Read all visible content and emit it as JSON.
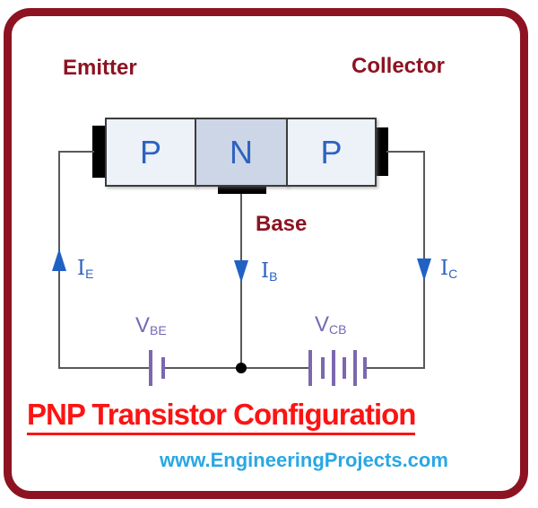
{
  "header": {
    "emitter_label": "Emitter",
    "collector_label": "Collector"
  },
  "transistor": {
    "type": "PNP",
    "regions": [
      {
        "label": "P",
        "role": "emitter-region"
      },
      {
        "label": "N",
        "role": "base-region"
      },
      {
        "label": "P",
        "role": "collector-region"
      }
    ],
    "base_label": "Base"
  },
  "currents": {
    "emitter": {
      "symbol": "I",
      "sub": "E",
      "direction": "up"
    },
    "base": {
      "symbol": "I",
      "sub": "B",
      "direction": "down"
    },
    "collector": {
      "symbol": "I",
      "sub": "C",
      "direction": "down"
    }
  },
  "voltages": {
    "emitter_base": {
      "symbol": "V",
      "sub": "BE",
      "battery_cells": 1
    },
    "collector_base": {
      "symbol": "V",
      "sub": "CB",
      "battery_cells": 3
    }
  },
  "footer": {
    "title": "PNP Transistor Configuration",
    "website": "www.EngineeringProjects.com"
  },
  "colors": {
    "frame": "#8d1322",
    "dark_red_text": "#8d1322",
    "title_red": "#fb1414",
    "website_blue": "#29a7e4",
    "region_letter_blue": "#2d63c0",
    "arrow_blue": "#2161c4",
    "voltage_purple": "#7c68ae",
    "wire_gray": "#595959",
    "p_region_fill": "#edf1f8",
    "n_region_fill": "#ccd6e6",
    "electrode_black": "#000000"
  }
}
